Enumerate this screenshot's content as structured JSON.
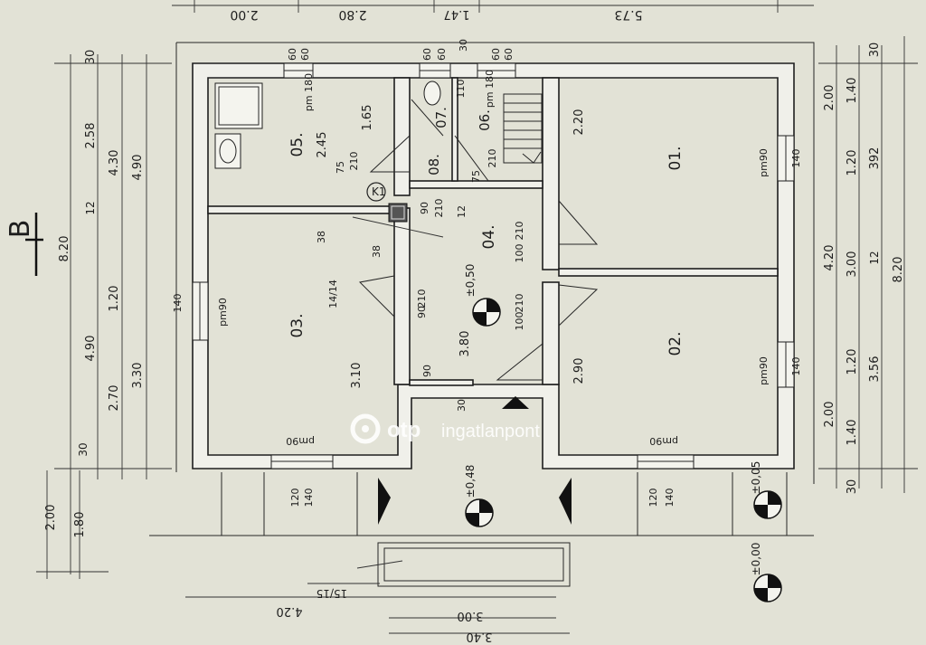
{
  "watermark": {
    "brand": "otp",
    "suffix": "ingatlanpont"
  },
  "section_marker": "B",
  "rooms": [
    {
      "id": "01.",
      "label": "01."
    },
    {
      "id": "02.",
      "label": "02."
    },
    {
      "id": "03.",
      "label": "03."
    },
    {
      "id": "04.",
      "label": "04."
    },
    {
      "id": "05.",
      "label": "05."
    },
    {
      "id": "06.",
      "label": "06."
    },
    {
      "id": "07.",
      "label": "07."
    },
    {
      "id": "08.",
      "label": "08."
    }
  ],
  "levels": [
    "±0,50",
    "±0,48",
    "±0,05",
    "±0,00"
  ],
  "labels": {
    "pm90": "pm90",
    "pm180": "pm 180",
    "k1": "K1",
    "stair_note": "14/14",
    "step_note": "15/15",
    "d_200": "2.00",
    "d_280": "2.80",
    "d_147": "1.47",
    "d_573": "5.73",
    "d_258": "2.58",
    "d_430": "4.30",
    "d_490": "4.90",
    "d_820": "8.20",
    "d_120": "1.20",
    "d_270": "2.70",
    "d_330": "3.30",
    "d_180": "1.80",
    "d_140": "1.40",
    "d_220": "2.20",
    "d_392": "392",
    "d_300": "3.00",
    "d_356": "3.56",
    "d_420": "4.20",
    "d_165": "1.65",
    "d_245": "2.45",
    "d_310": "3.10",
    "d_380": "3.80",
    "d_290": "2.90",
    "d_340": "3.40",
    "n_30": "30",
    "n_60": "60",
    "n_12": "12",
    "n_38": "38",
    "n_90": "90",
    "n_100": "100",
    "n_120": "120",
    "n_140": "140",
    "n_210": "210",
    "n_75": "75",
    "n_110": "110"
  }
}
